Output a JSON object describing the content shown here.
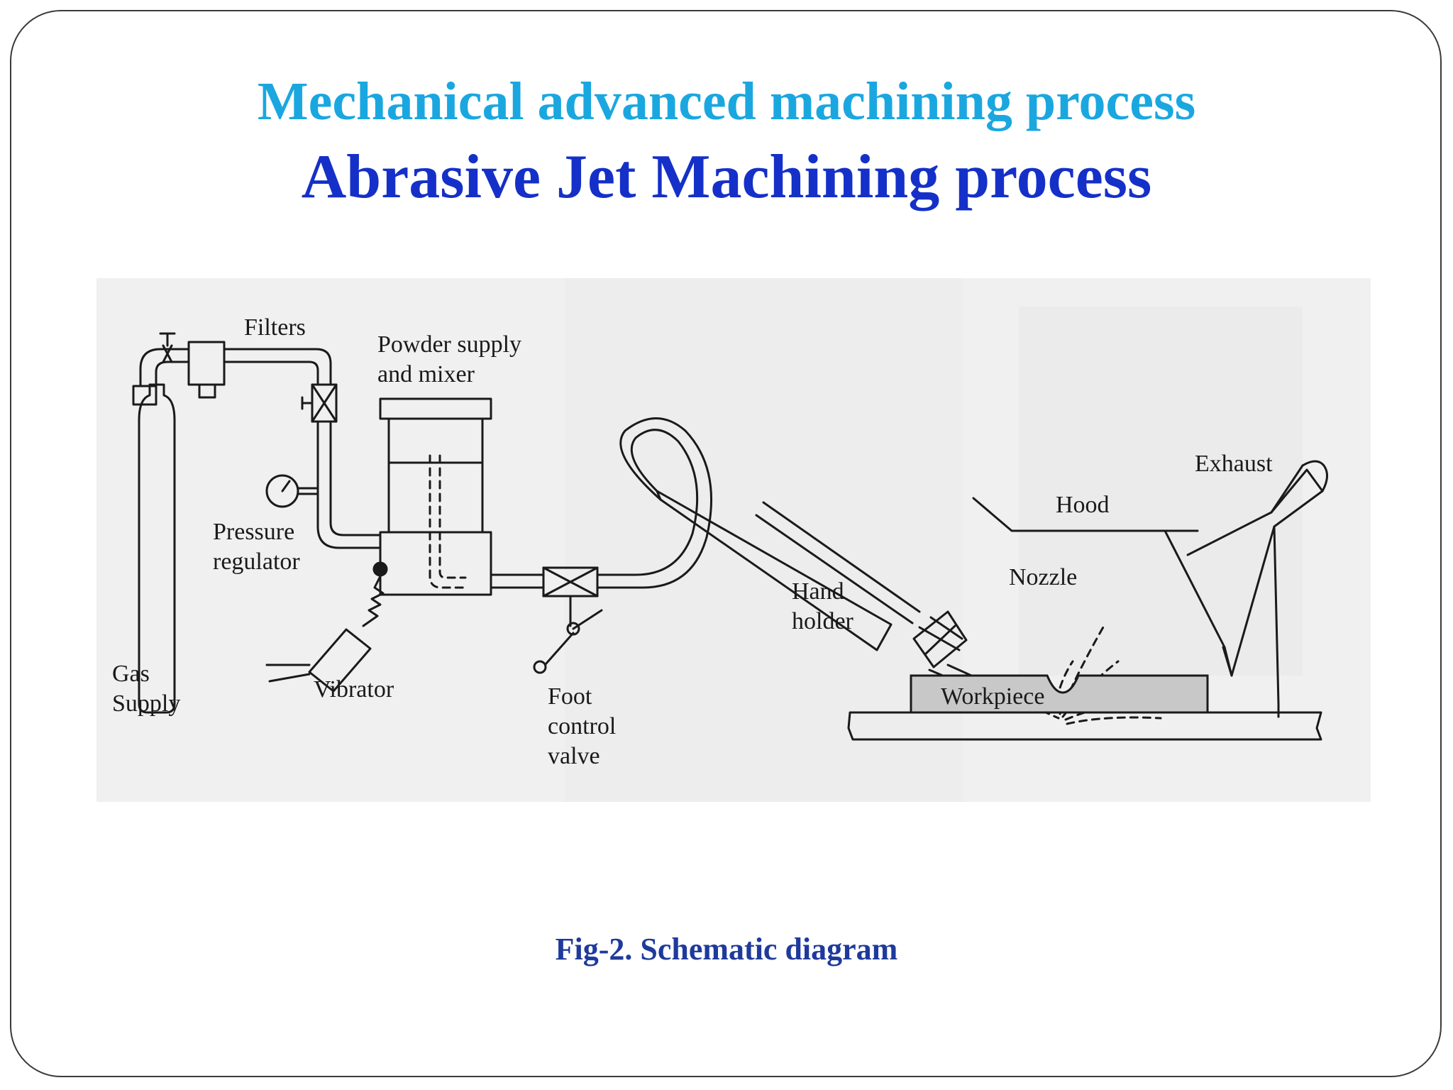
{
  "slide": {
    "title": "Mechanical advanced machining process",
    "subtitle": "Abrasive Jet Machining process",
    "caption": "Fig-2.  Schematic diagram"
  },
  "diagram": {
    "labels": {
      "filters": "Filters",
      "powder_supply_line1": "Powder supply",
      "powder_supply_line2": "and mixer",
      "pressure_regulator_line1": "Pressure",
      "pressure_regulator_line2": "regulator",
      "gas_supply_line1": "Gas",
      "gas_supply_line2": "Supply",
      "vibrator": "Vibrator",
      "foot_valve_line1": "Foot",
      "foot_valve_line2": "control",
      "foot_valve_line3": "valve",
      "hand_holder_line1": "Hand",
      "hand_holder_line2": "holder",
      "nozzle": "Nozzle",
      "hood": "Hood",
      "exhaust": "Exhaust",
      "workpiece": "Workpiece"
    }
  },
  "colors": {
    "title": "#1aa7e0",
    "subtitle": "#1530c8",
    "caption": "#1f3a9c",
    "panel_background": "#f0f0f0",
    "line": "#1a1a1a",
    "workpiece_fill": "#c8c8c8"
  }
}
